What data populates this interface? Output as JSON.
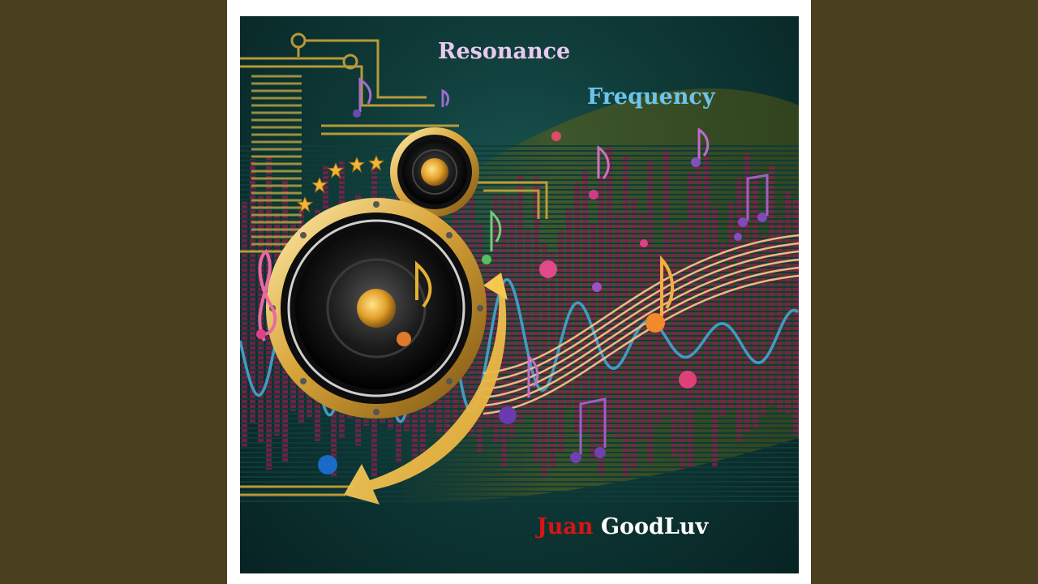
{
  "cover": {
    "title_line1": "Resonance",
    "title_line2": "Frequency",
    "artist_first": "Juan",
    "artist_last": "GoodLuv"
  },
  "colors": {
    "page_background": "#4a4020",
    "frame": "#ffffff",
    "title_line1": "#e8c9f0",
    "title_line2": "#6cc4ec",
    "artist_first": "#d81414",
    "artist_last": "#ffffff",
    "equalizer": "#8a1d4a",
    "wave": "#3ea3c9",
    "gold": "#e8b53a"
  }
}
